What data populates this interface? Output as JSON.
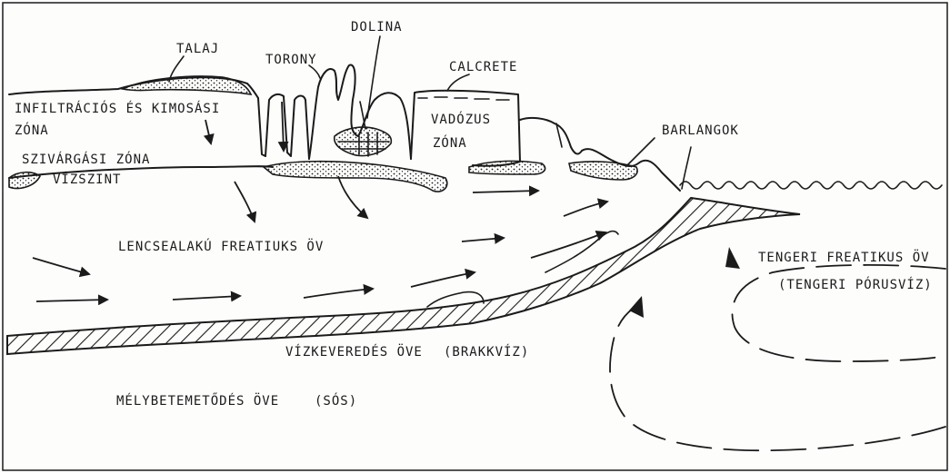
{
  "labels": {
    "talaj": "TALAJ",
    "torony": "TORONY",
    "dolina": "DOLINA",
    "calcrete": "CALCRETE",
    "infiltration": "INFILTRÁCIÓS ÉS KIMOSÁSI",
    "infiltration_zone": "ZÓNA",
    "vadozus": "VADÓZUS",
    "vadozus_zone": "ZÓNA",
    "barlangok": "BARLANGOK",
    "szivargasi": "SZIVÁRGÁSI ZÓNA",
    "vizszint": "VÍZSZINT",
    "lencse": "LENCSEALAKÚ FREATIUKS ÖV",
    "tengeri_freatikus": "TENGERI FREATIKUS ÖV",
    "tengeri_porusviz": "(TENGERI PÓRUSVÍZ)",
    "vizkeveredes": "VÍZKEVEREDÉS ÖVE",
    "brakkviz": "(BRAKKVÍZ)",
    "melybe": "MÉLYBETEMETŐDÉS ÖVE",
    "sos": "(SÓS)"
  },
  "colors": {
    "ink": "#1b1b1b",
    "paper": "#fdfdfc"
  }
}
